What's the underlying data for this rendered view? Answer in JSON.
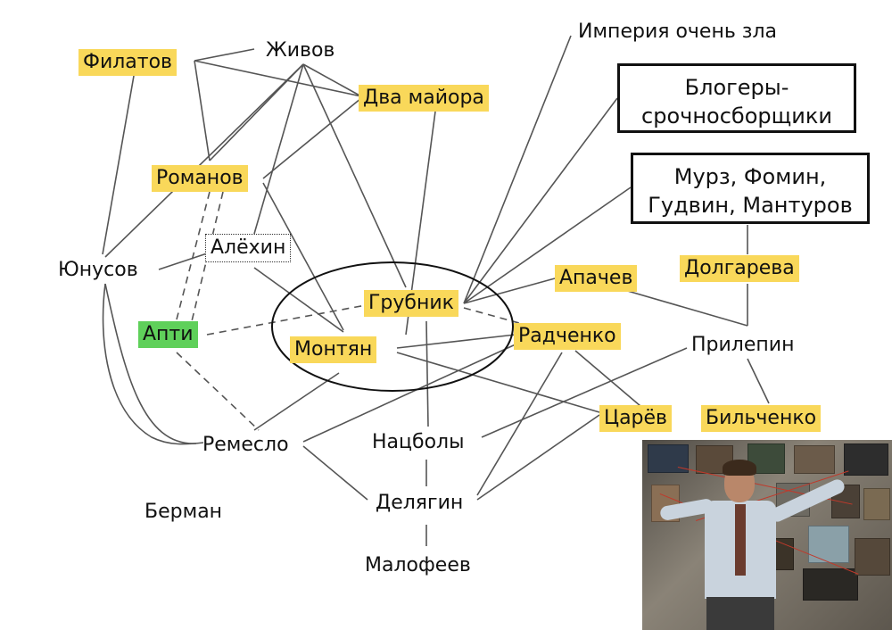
{
  "nodes": {
    "filatov": "Филатов",
    "zhivov": "Живов",
    "dva_mayora": "Два майора",
    "romanov": "Романов",
    "alekhin": "Алёхин",
    "yunusov": "Юнусов",
    "apti": "Апти",
    "grubnik": "Грубник",
    "montyan": "Монтян",
    "radchenko": "Радченко",
    "apachev": "Апачев",
    "dolgareva": "Долгарева",
    "prilepin": "Прилепин",
    "tsaryov": "Царёв",
    "bilchenko": "Бильченко",
    "remeslo": "Ремесло",
    "natsboly": "Нацболы",
    "delyagin": "Делягин",
    "berman": "Берман",
    "malofeev": "Малофеев",
    "imperiya": "Империя очень зла",
    "blogery_line1": "Блогеры-",
    "blogery_line2": "срочносборщики",
    "murz_line1": "Мурз, Фомин,",
    "murz_line2": "Гудвин, Мантуров"
  },
  "colors": {
    "highlight": "#f9d85a",
    "green": "#5fd05a",
    "line": "#555555"
  },
  "meme": {
    "description_icon": "conspiracy-board-meme-image"
  }
}
